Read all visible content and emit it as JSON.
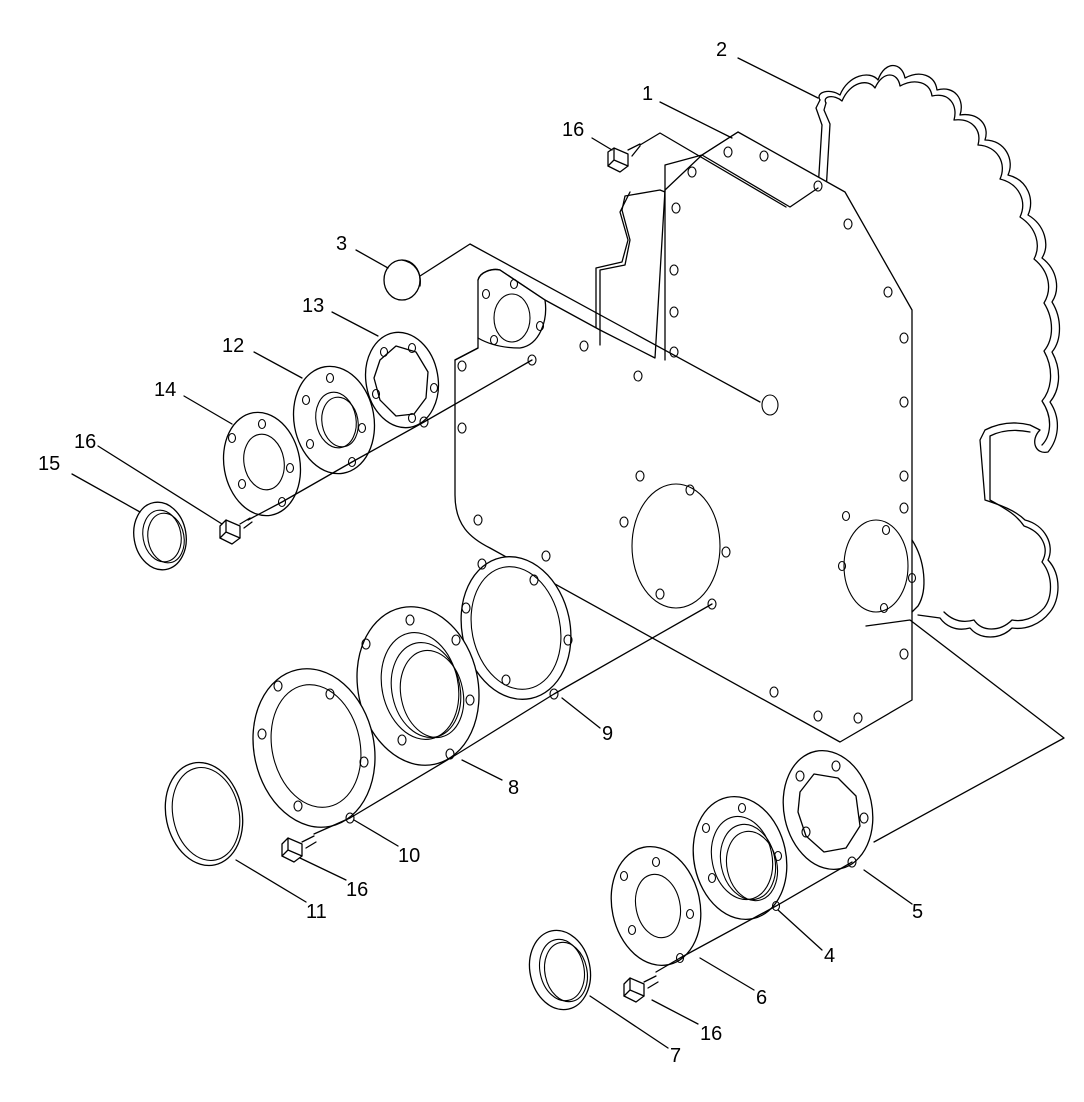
{
  "callouts": {
    "c1": "1",
    "c2": "2",
    "c3": "3",
    "c4": "4",
    "c5": "5",
    "c6": "6",
    "c7": "7",
    "c8": "8",
    "c9": "9",
    "c10": "10",
    "c11": "11",
    "c12": "12",
    "c13": "13",
    "c14": "14",
    "c15": "15",
    "c16a": "16",
    "c16b": "16",
    "c16c": "16",
    "c16d": "16"
  }
}
